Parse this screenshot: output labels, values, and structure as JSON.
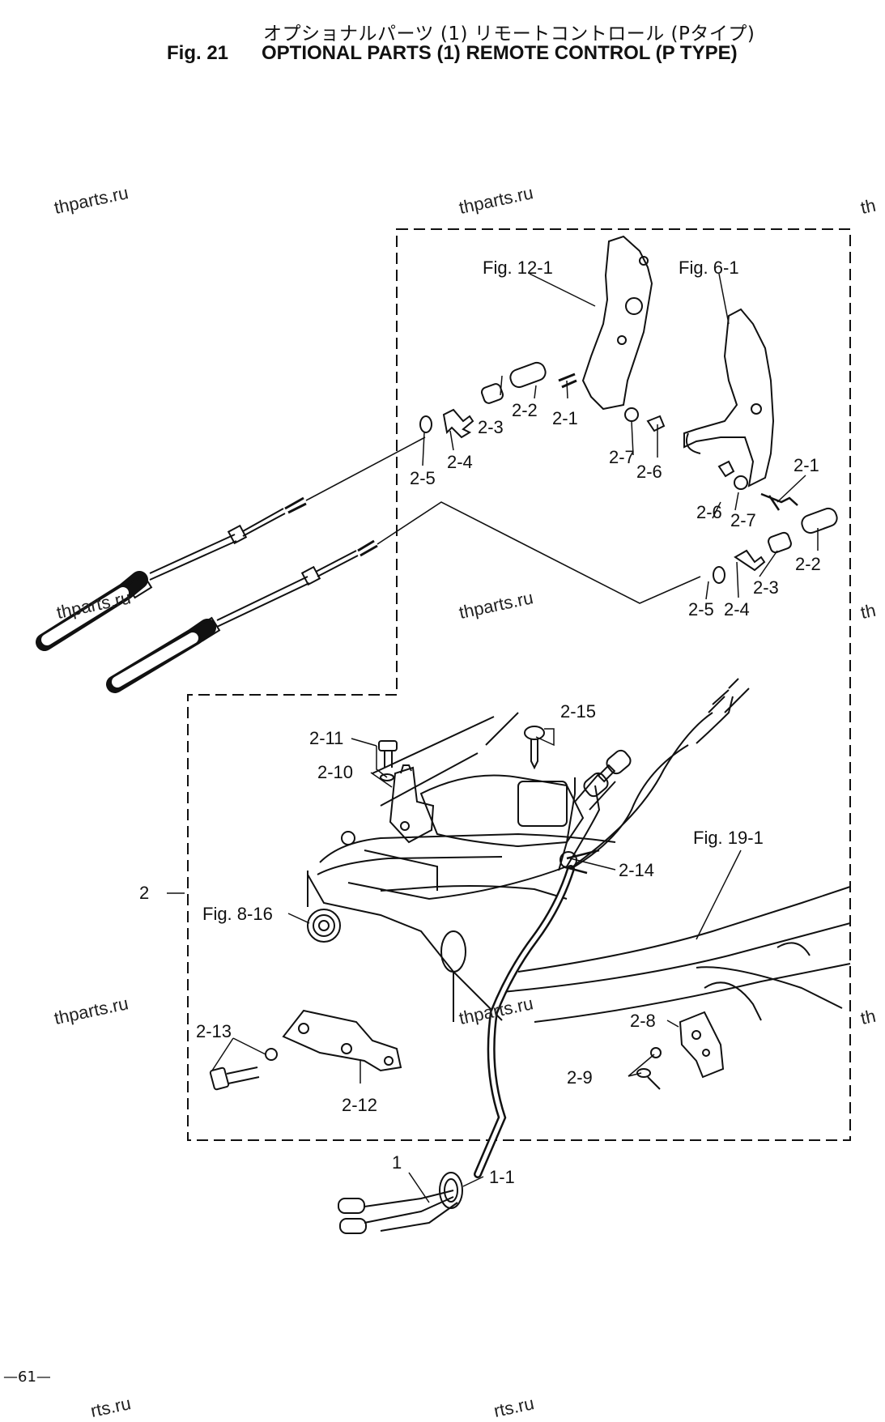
{
  "header": {
    "title_jp": "オプショナルパーツ (1) リモートコントロール (Pタイプ)",
    "fig_number": "Fig. 21",
    "title_en": "OPTIONAL PARTS (1) REMOTE CONTROL (P TYPE)"
  },
  "watermark": "thparts.ru",
  "watermark_partial": "th",
  "watermark_cut": "rts.ru",
  "page_number": "—61—",
  "callouts": {
    "fig12_1": "Fig. 12-1",
    "fig6_1": "Fig. 6-1",
    "fig19_1": "Fig. 19-1",
    "fig8_16": "Fig. 8-16",
    "p1": "1",
    "p1_1": "1-1",
    "p2": "2",
    "p2_1a": "2-1",
    "p2_1b": "2-1",
    "p2_2a": "2-2",
    "p2_2b": "2-2",
    "p2_3a": "2-3",
    "p2_3b": "2-3",
    "p2_4a": "2-4",
    "p2_4b": "2-4",
    "p2_5a": "2-5",
    "p2_5b": "2-5",
    "p2_6a": "2-6",
    "p2_6b": "2-6",
    "p2_7a": "2-7",
    "p2_7b": "2-7",
    "p2_8": "2-8",
    "p2_9": "2-9",
    "p2_10": "2-10",
    "p2_11": "2-11",
    "p2_12": "2-12",
    "p2_13": "2-13",
    "p2_14": "2-14",
    "p2_15": "2-15"
  }
}
